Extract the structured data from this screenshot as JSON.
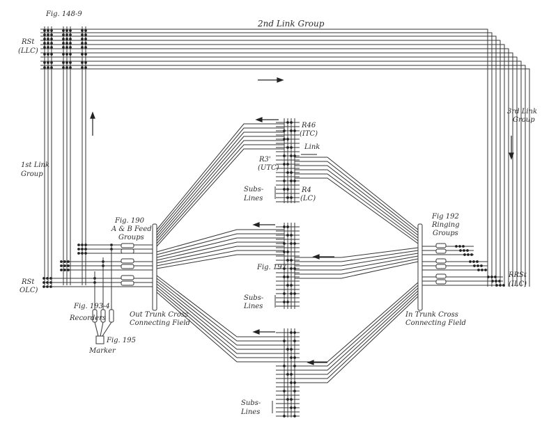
{
  "labels": {
    "fig_148_9": "Fig. 148-9",
    "link_group_2": "2nd Link Group",
    "link_group_3_a": "3rd Link",
    "link_group_3_b": "Group",
    "link_group_1_a": "1st Link",
    "link_group_1_b": "Group",
    "rrs_llc_a": "RSt",
    "rrs_llc_b": "(LLC)",
    "rrs_olc_a": "RSt",
    "rrs_olc_b": "OLC)",
    "rrst_ilc_a": "RRSt",
    "rrst_ilc_b": "(ILC)",
    "r46_a": "R46",
    "r46_b": "(ITC)",
    "link": "Link",
    "r3_a": "R3'",
    "r3_b": "(UTC)",
    "r4_a": "R4",
    "r4_b": "(LC)",
    "subs_lines_1_a": "Subs-",
    "subs_lines_1_b": "Lines",
    "subs_lines_2_a": "Subs-",
    "subs_lines_2_b": "Lines",
    "subs_lines_3_a": "Subs-",
    "subs_lines_3_b": "Lines",
    "fig_190_a": "Fig. 190",
    "fig_190_b": "A & B Feed",
    "fig_190_c": "Groups",
    "fig_192_a": "Fig 192",
    "fig_192_b": "Ringing",
    "fig_192_c": "Groups",
    "fig_197": "Fig. 197",
    "fig_193_4": "Fig. 193-4",
    "recorders": "Recorders",
    "fig_195": "Fig. 195",
    "marker": "Marker",
    "out_trunk_a": "Out Trunk Cross",
    "out_trunk_b": "Connecting Field",
    "in_trunk_a": "In Trunk Cross",
    "in_trunk_b": "Connecting Field"
  }
}
